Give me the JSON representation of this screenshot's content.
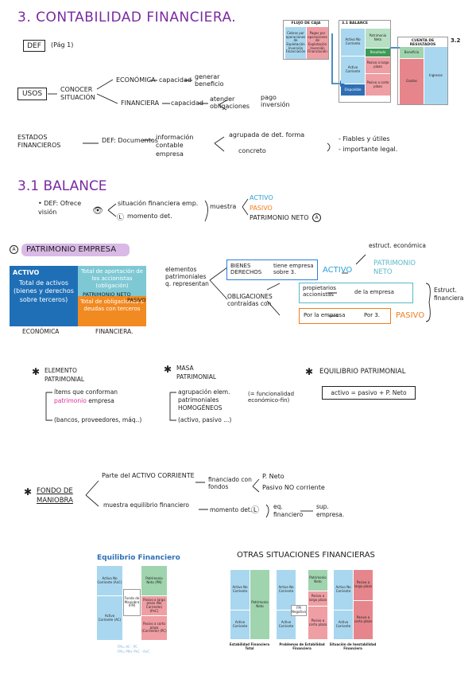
{
  "section3": {
    "title": "3. CONTABILIDAD FINANCIERA.",
    "def_box": "DEF",
    "def_ref": "(Pág 1)"
  },
  "usos": {
    "box": "USOS",
    "node": "CONOCER SITUACIÓN",
    "eco": "ECONÓMICA",
    "eco_cap": "capacidad",
    "eco_result": "generar beneficio",
    "fin": "FINANCIERA",
    "fin_cap": "capacidad",
    "fin_a": "atender obligaciones",
    "fin_b": "pago inversión"
  },
  "estados": {
    "label": "ESTADOS FINANCIEROS",
    "def": "DEF: Documentos",
    "info": "información contable empresa",
    "a": "agrupada de det. forma",
    "b": "concreto",
    "c": "- Fiables y útiles",
    "d": "- importante legal."
  },
  "top_diagrams": {
    "flujo_title": "FLUJO DE CAJA",
    "flujo_left": "Cobros por operaciones de Explotación Inversión Financiación",
    "flujo_right": "Pagos por operaciones de Explotación Inversión Financiación",
    "balance_num": "3.1",
    "balance_title": "BALANCE",
    "bal_anc": "Activo No Corriente",
    "bal_ac": "Activo Corriente",
    "bal_pn": "Patrimonio Neto",
    "bal_res": "Resultado",
    "bal_plp": "Pasivo a largo plazo",
    "bal_pcp": "Pasivo a corto plazo",
    "bal_liq": "Disponible",
    "cr_title": "CUENTA DE RESULTADOS",
    "cr_num": "3.2",
    "cr_ben": "Beneficio",
    "cr_gastos": "Gastos",
    "cr_ingresos": "Ingresos"
  },
  "section31": {
    "title": "3.1 BALANCE",
    "def": "• DEF: Ofrece visión",
    "a": "situación financiera emp.",
    "b": "momento det.",
    "muestra": "muestra",
    "activo": "ACTIVO",
    "pasivo": "PASIVO",
    "pn": "PATRIMONIO NETO"
  },
  "patrimonio": {
    "circle": "A",
    "title": "PATRIMONIO EMPRESA",
    "activo_head": "ACTIVO",
    "activo_body": "Total de activos (bienes y derechos sobre terceros)",
    "pn_body": "Total de aportación de los accionistas (obligación)",
    "pn_label": "PATRIMONIO NETO",
    "pasivo_label": "PASIVO",
    "pasivo_body": "Total de obligaciones o deudas con terceros",
    "eco": "ECONÓMICA",
    "fin": "FINANCIERA."
  },
  "elementos": {
    "label": "elementos patrimoniales q. representan",
    "bienes": "BIENES DERECHOS",
    "bienes_b": "tiene empresa sobre 3.",
    "activo": "ACTIVO",
    "estruct_eco": "estruct. económica",
    "pn": "PATRIMONIO NETO",
    "oblig": "OBLIGACIONES contraídas con",
    "prop": "propietarios accionistas",
    "prop_b": "de la empresa",
    "emp": "Por la empresa",
    "emp_b": "Por 3.",
    "pasivo": "PASIVO",
    "estruct_fin": "Estruct. financiera"
  },
  "elemento_pat": {
    "title": "ELEMENTO PATRIMONIAL",
    "a": "ítems que conforman",
    "a_pink": "patrimonio",
    "a_end": "empresa",
    "b": "(bancos, proveedores, máq..)"
  },
  "masa_pat": {
    "title": "MASA PATRIMONIAL",
    "a": "agrupación elem. patrimoniales HOMOGÉNEOS",
    "a_b": "(= funcionalidad económico-fin)",
    "b": "(activo, pasivo ...)"
  },
  "equilibrio_pat": {
    "title": "EQUILIBRIO PATRIMONIAL",
    "formula": "activo = pasivo + P. Neto"
  },
  "fondo": {
    "title": "FONDO DE MANIOBRA",
    "a": "Parte del ACTIVO CORRIENTE",
    "a_b": "financiado con fondos",
    "a_c": "P. Neto",
    "a_d": "Pasivo NO corriente",
    "b": "muestra equilibrio financiero",
    "b_b": "momento det.",
    "b_c": "eq. financiero",
    "b_d": "sup. empresa."
  },
  "eq_fin": {
    "title": "Equilibrio Financiero",
    "anc": "Activo No Corriente (AnC)",
    "ac": "Activo Corriente (AC)",
    "fm": "Fondo de Maniobra (FM)",
    "pn": "Patrimonio Neto (PN)",
    "plp": "Pasivo a largo plazo (No Corriente) (PnC)",
    "pcp": "Pasivo a corto plazo (Corriente) (PC)",
    "f1": "FM= AC - PC",
    "f2": "FM= PN+ PnC - AnC"
  },
  "otras": {
    "title": "OTRAS SITUACIONES FINANCIERAS",
    "c1_a": "Activo No Corriente",
    "c1_b": "Activo Corriente",
    "c1_pn": "Patrimonio Neto",
    "c1_label": "Estabilidad Financiera Total",
    "c2_a": "Activo No Corriente",
    "c2_b": "Activo Corriente",
    "c2_fm": "FM Negativo",
    "c2_pn": "Patrimonio Neto",
    "c2_plp": "Pasivo a largo plazo",
    "c2_pcp": "Pasivo a corto plazo",
    "c2_label": "Problemas de Estabilidad Financiera",
    "c3_a": "Activo No Corriente",
    "c3_b": "Activo Corriente",
    "c3_plp": "Pasivo a largo plazo",
    "c3_pcp": "Pasivo a corto plazo",
    "c3_label": "Situación de Inestabilidad Financiera"
  },
  "colors": {
    "green": "#8fcfa2",
    "blue": "#7fc4e6",
    "red": "#e6868c",
    "purple": "#7a2aa0",
    "orange": "#f07c1e",
    "navy": "#1e6fb8"
  }
}
